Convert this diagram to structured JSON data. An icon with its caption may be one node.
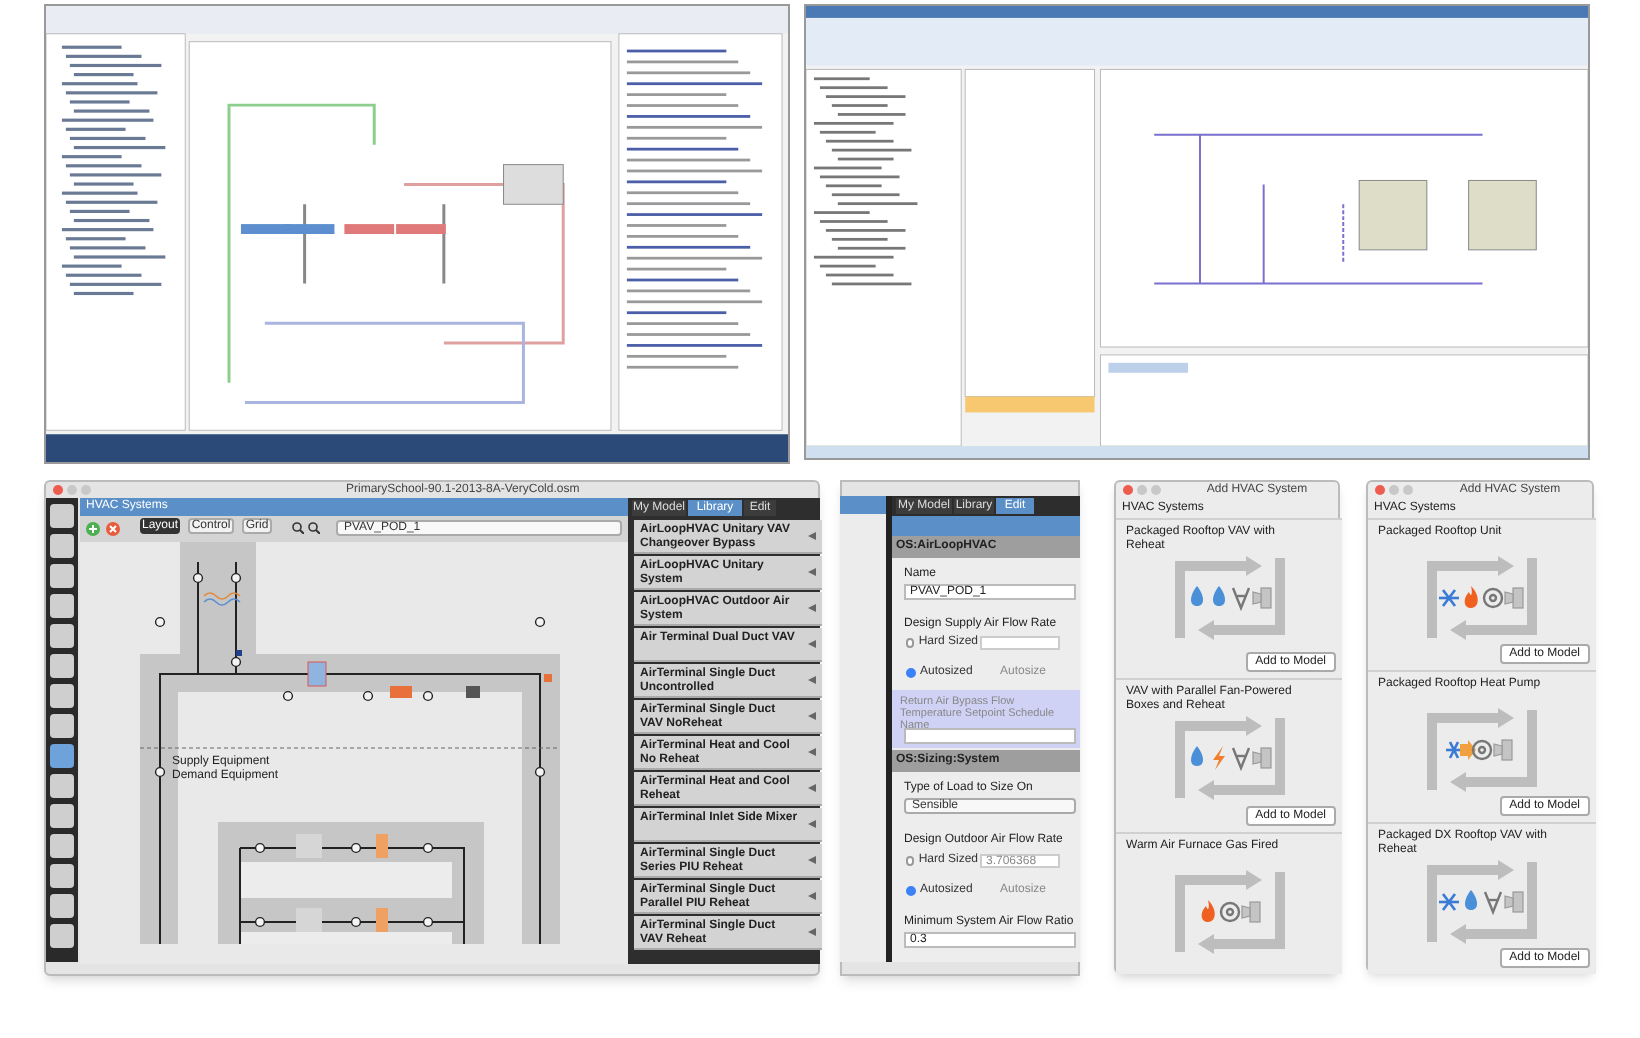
{
  "diagram": {
    "nodes": [
      {
        "text": [],
        "shape": "picture"
      },
      {
        "text": [],
        "shape": "picture"
      },
      {
        "text": [
          "PrimarySchool-90.1-2013-8A-VeryCold.osm"
        ]
      },
      {
        "text": [
          "HVAC Systems"
        ],
        "in": 2
      },
      {
        "text": [
          "AirLoopHVAC Unitary VAV Changeover Bypass"
        ],
        "in": 2
      },
      {
        "text": [
          "AirLoopHVAC Unitary System"
        ],
        "in": 2
      },
      {
        "text": [
          "AirLoopHVAC Outdoor Air System"
        ],
        "in": 2
      },
      {
        "text": [
          "Air Terminal Dual Duct VAV"
        ],
        "in": 2
      },
      {
        "text": [
          "AirTerminal Single Duct Uncontrolled"
        ],
        "in": 2
      },
      {
        "text": [
          "AirTerminal Single Duct VAV NoReheat"
        ],
        "in": 2
      },
      {
        "text": [
          "AirTerminal Heat and Cool No Reheat"
        ],
        "in": 2
      },
      {
        "text": [
          "AirTerminal Heat and Cool Reheat"
        ],
        "in": 2
      },
      {
        "text": [
          "AirTerminal Inlet Side Mixer"
        ],
        "in": 2
      },
      {
        "text": [
          "AirTerminal Single Duct Series PIU Reheat"
        ],
        "in": 2
      },
      {
        "text": [
          "AirTerminal Single Duct Parallel PIU Reheat"
        ],
        "in": 2
      },
      {
        "text": [
          "AirTerminal Single Duct VAV Reheat"
        ],
        "in": 2
      },
      {
        "text": [
          "Add HVAC System",
          "HVAC Systems"
        ]
      },
      {
        "text": [
          "Packaged Rooftop VAV with Reheat",
          "Add to Model"
        ],
        "in": 16
      },
      {
        "text": [
          "VAV with Parallel Fan-Powered Boxes and Reheat",
          "Add to Model"
        ],
        "in": 16
      },
      {
        "text": [
          "Warm Air Furnace Gas Fired"
        ],
        "in": 16
      },
      {
        "text": [
          "Add HVAC System",
          "HVAC Systems"
        ]
      },
      {
        "text": [
          "Packaged Rooftop Unit",
          "Add to Model"
        ],
        "in": 20
      },
      {
        "text": [
          "Packaged Rooftop Heat Pump",
          "Add to Model"
        ],
        "in": 20
      },
      {
        "text": [
          "Packaged DX Rooftop VAV with Reheat",
          "Add to Model"
        ],
        "in": 20
      }
    ],
    "labels": [
      "My Model",
      "Library",
      "Edit",
      "Layout",
      "Control",
      "Grid",
      "PVAV_POD_1",
      "Supply Equipment",
      "Demand Equipment",
      "My Model",
      "Library",
      "Edit",
      "OS:AirLoopHVAC",
      "Name",
      "PVAV_POD_1",
      "Design Supply Air Flow Rate",
      "Hard Sized",
      "Autosized",
      "Autosize",
      "Return Air Bypass Flow Temperature Setpoint Schedule Name",
      "OS:Sizing:System",
      "Type of Load to Size On",
      "Sensible",
      "Design Outdoor Air Flow Rate",
      "Hard Sized",
      "3.706368",
      "Autosized",
      "Autosize",
      "Minimum System Air Flow Ratio",
      "0.3"
    ]
  }
}
